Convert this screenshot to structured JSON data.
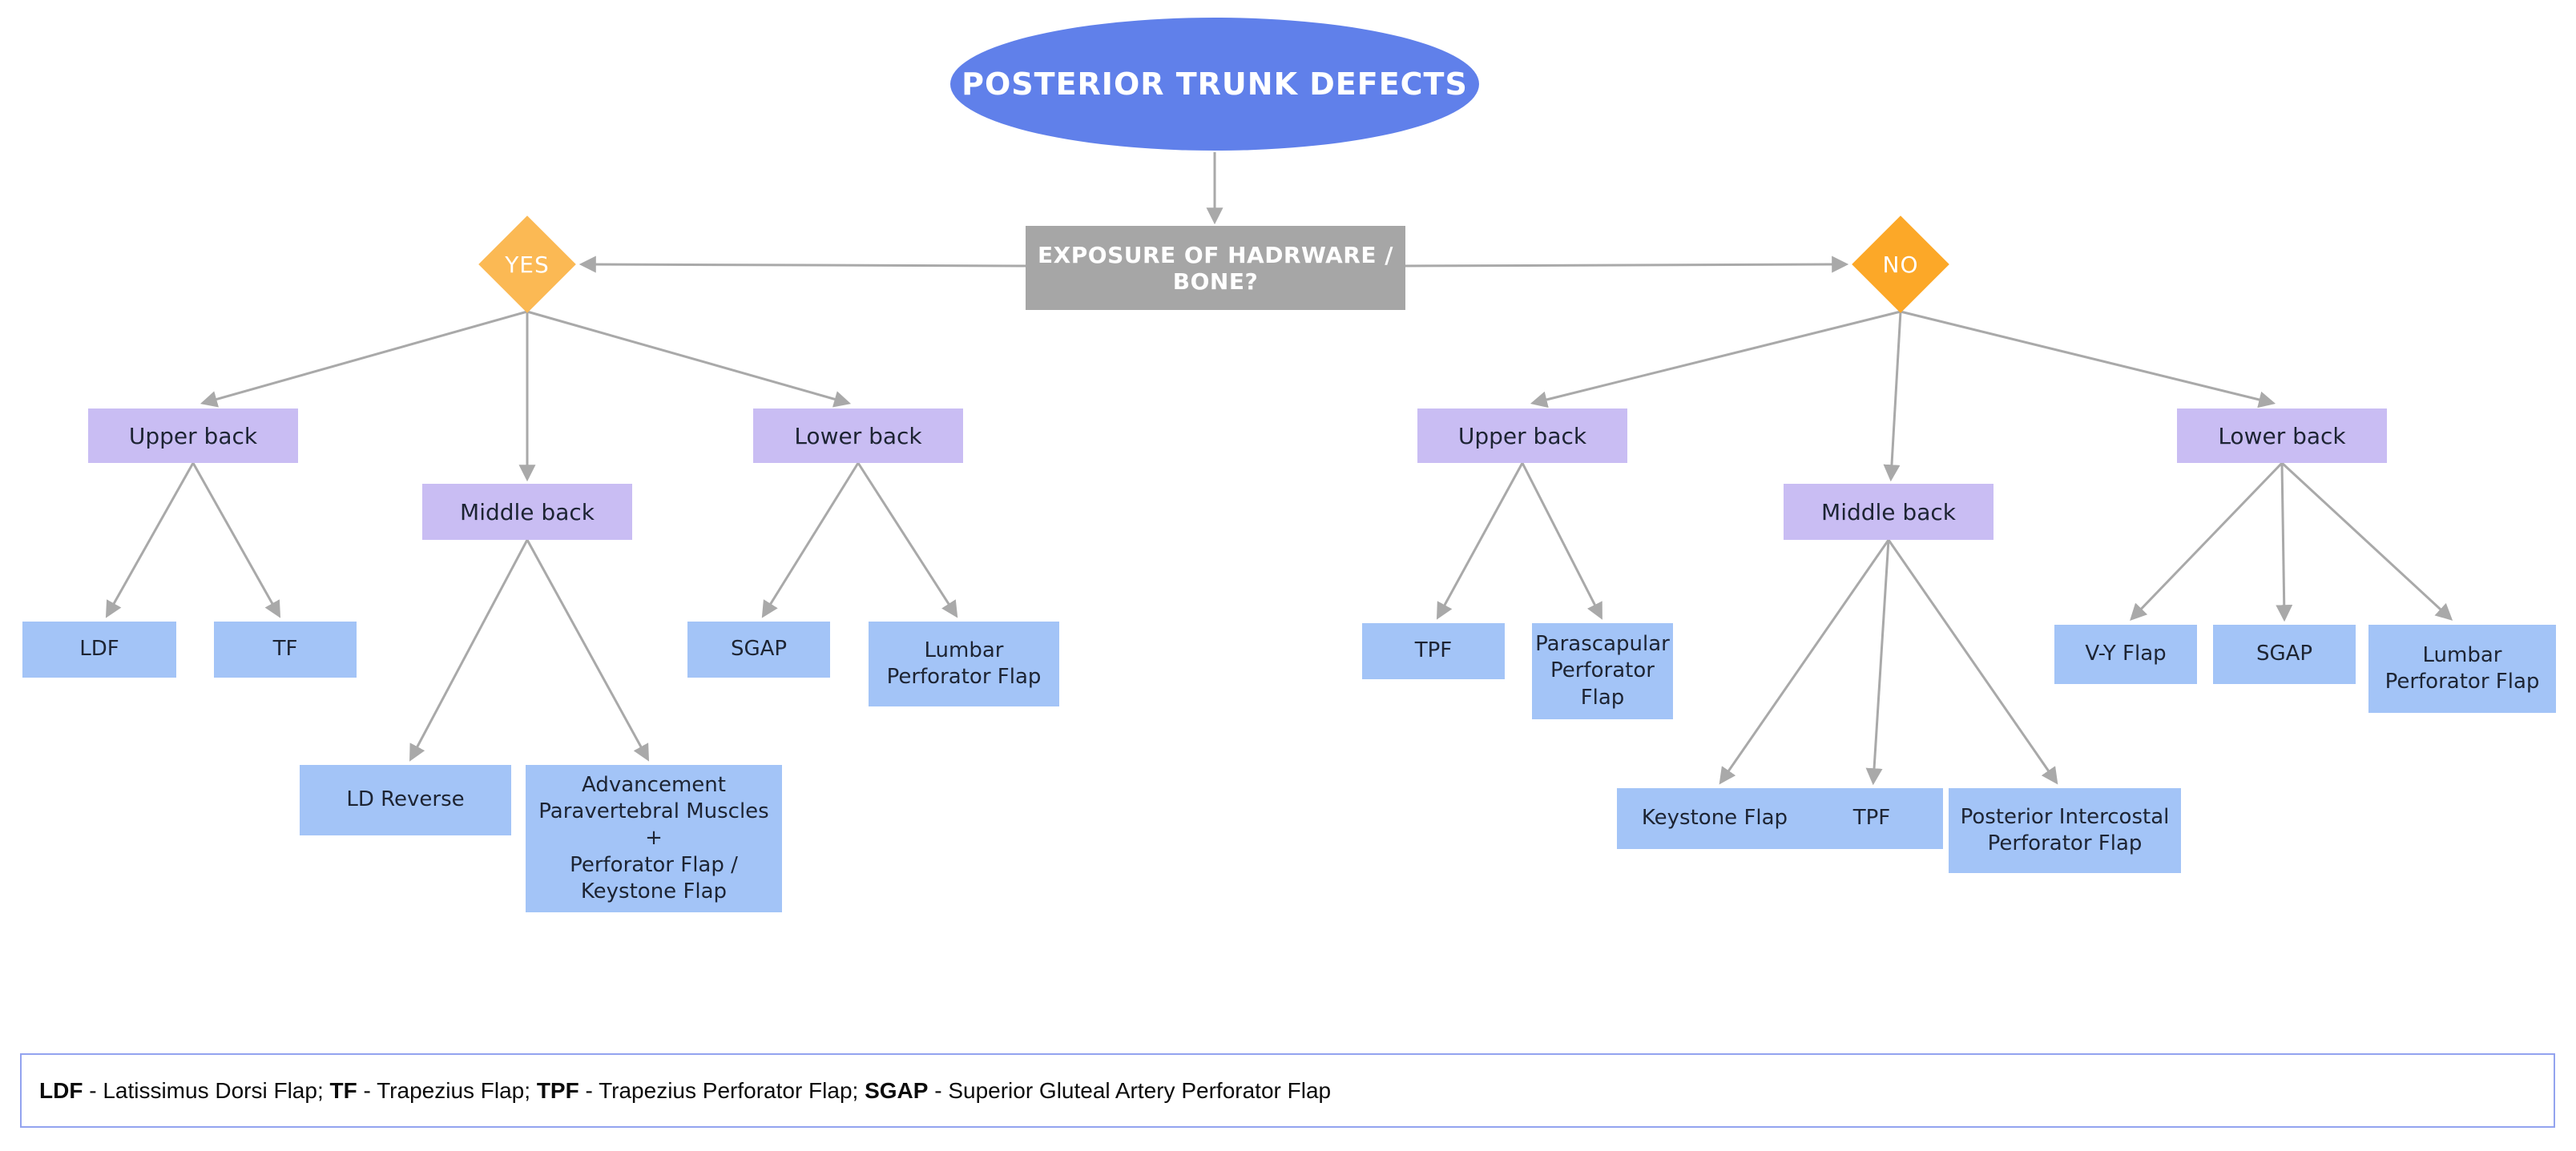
{
  "diagram_title": "POSTERIOR TRUNK DEFECTS",
  "nodes": {
    "root": {
      "label": "POSTERIOR TRUNK DEFECTS"
    },
    "decision": {
      "label": "EXPOSURE OF HADRWARE / BONE?"
    },
    "yes": {
      "label": "YES"
    },
    "no": {
      "label": "NO"
    },
    "upper_back_yes": {
      "label": "Upper back"
    },
    "middle_back_yes": {
      "label": "Middle back"
    },
    "lower_back_yes": {
      "label": "Lower back"
    },
    "ldf": {
      "label": "LDF"
    },
    "tf": {
      "label": "TF"
    },
    "ld_reverse": {
      "label": "LD Reverse"
    },
    "advancement": {
      "label": "Advancement\nParavertebral Muscles +\nPerforator Flap /\nKeystone Flap"
    },
    "sgap_yes": {
      "label": "SGAP"
    },
    "lumbar_yes": {
      "label": "Lumbar\nPerforator Flap"
    },
    "upper_back_no": {
      "label": "Upper back"
    },
    "middle_back_no": {
      "label": "Middle back"
    },
    "lower_back_no": {
      "label": "Lower back"
    },
    "tpf_upper": {
      "label": "TPF"
    },
    "parascapular": {
      "label": "Parascapular\nPerforator\nFlap"
    },
    "keystone": {
      "label": "Keystone Flap"
    },
    "tpf_middle": {
      "label": "TPF"
    },
    "posterior_intercostal": {
      "label": "Posterior Intercostal\nPerforator Flap"
    },
    "vy_flap": {
      "label": "V-Y Flap"
    },
    "sgap_no": {
      "label": "SGAP"
    },
    "lumbar_no": {
      "label": "Lumbar\nPerforator Flap"
    }
  },
  "legend": {
    "parts": [
      {
        "abbr": "LDF",
        "desc": " - Latissimus Dorsi Flap; "
      },
      {
        "abbr": "TF",
        "desc": " - Trapezius Flap; "
      },
      {
        "abbr": "TPF",
        "desc": " - Trapezius Perforator Flap; "
      },
      {
        "abbr": "SGAP",
        "desc": " - Superior Gluteal Artery Perforator Flap"
      }
    ]
  },
  "colors": {
    "root_fill": "#6080EA",
    "decision_fill": "#A6A6A6",
    "diamond_yes_fill": "#FBB954",
    "diamond_no_fill": "#FCA828",
    "region_fill": "#C9BDF3",
    "leaf_fill": "#A3C4F7",
    "edge": "#A9A9A9",
    "legend_border": "#93A3EF"
  }
}
